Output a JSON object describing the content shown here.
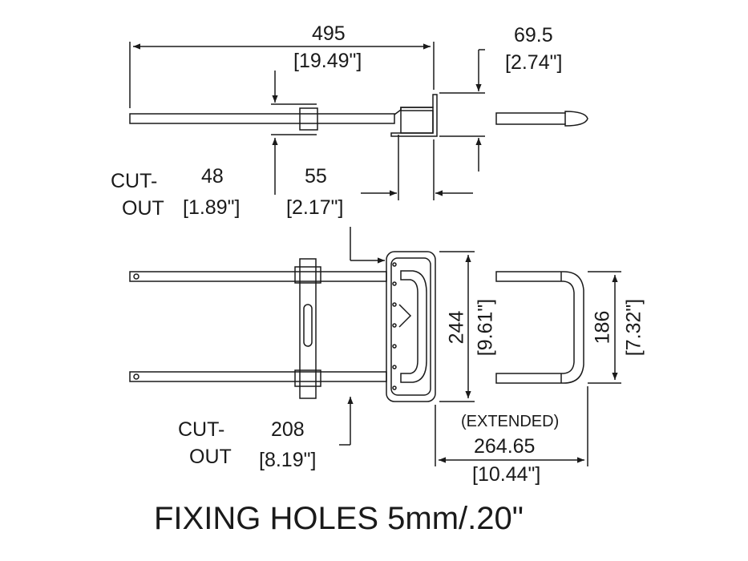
{
  "title": "FIXING HOLES  5mm/.20\"",
  "dimensions": {
    "overall_length_mm": "495",
    "overall_length_in": "[19.49\"]",
    "handle_depth_mm": "69.5",
    "handle_depth_in": "[2.74\"]",
    "cutout_top_label_line1": "CUT-",
    "cutout_top_label_line2": "OUT",
    "cutout_48_mm": "48",
    "cutout_48_in": "[1.89\"]",
    "cutout_55_mm": "55",
    "cutout_55_in": "[2.17\"]",
    "width_244_mm": "244",
    "width_244_in": "[9.61\"]",
    "width_186_mm": "186",
    "width_186_in": "[7.32\"]",
    "cutout_bottom_label_line1": "CUT-",
    "cutout_bottom_label_line2": "OUT",
    "cutout_208_mm": "208",
    "cutout_208_in": "[8.19\"]",
    "extended_label": "(EXTENDED)",
    "extended_mm": "264.65",
    "extended_in": "[10.44\"]"
  },
  "colors": {
    "line": "#1a1a1a",
    "background": "#ffffff"
  }
}
